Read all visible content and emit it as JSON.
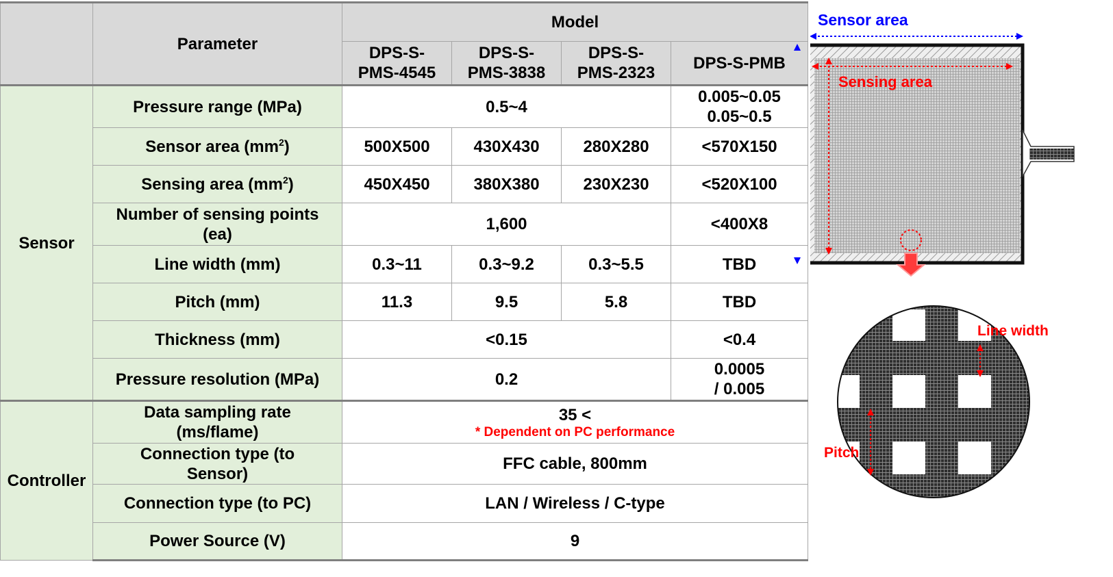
{
  "header": {
    "parameter": "Parameter",
    "model": "Model",
    "models": [
      "DPS-S-PMS-4545",
      "DPS-S-PMS-3838",
      "DPS-S-PMS-2323",
      "DPS-S-PMB"
    ],
    "model_lines": [
      [
        "DPS-S-",
        "PMS-4545"
      ],
      [
        "DPS-S-",
        "PMS-3838"
      ],
      [
        "DPS-S-",
        "PMS-2323"
      ],
      [
        "DPS-S-PMB"
      ]
    ]
  },
  "sensor": {
    "group": "Sensor",
    "pressure_range": {
      "label": "Pressure range (MPa)",
      "pms": "0.5~4",
      "pmb_lines": [
        "0.005~0.05",
        "0.05~0.5"
      ]
    },
    "sensor_area": {
      "label": "Sensor area (mm",
      "sup": "2",
      "label_end": ")",
      "values": [
        "500X500",
        "430X430",
        "280X280",
        "<570X150"
      ]
    },
    "sensing_area": {
      "label": "Sensing area (mm",
      "sup": "2",
      "label_end": ")",
      "values": [
        "450X450",
        "380X380",
        "230X230",
        "<520X100"
      ]
    },
    "sensing_points": {
      "label_lines": [
        "Number of sensing points",
        "(ea)"
      ],
      "pms": "1,600",
      "pmb": "<400X8"
    },
    "line_width": {
      "label": "Line width  (mm)",
      "values": [
        "0.3~11",
        "0.3~9.2",
        "0.3~5.5",
        "TBD"
      ]
    },
    "pitch": {
      "label": "Pitch  (mm)",
      "values": [
        "11.3",
        "9.5",
        "5.8",
        "TBD"
      ]
    },
    "thickness": {
      "label": "Thickness (mm)",
      "pms": "<0.15",
      "pmb": "<0.4"
    },
    "pressure_resolution": {
      "label": "Pressure  resolution  (MPa)",
      "pms": "0.2",
      "pmb_lines": [
        "0.0005",
        "/ 0.005"
      ]
    }
  },
  "controller": {
    "group": "Controller",
    "sampling_rate": {
      "label_lines": [
        "Data sampling rate",
        "(ms/flame)"
      ],
      "value": "35 <",
      "note": "* Dependent on PC performance"
    },
    "connection_sensor": {
      "label_lines": [
        "Connection  type  (to",
        "Sensor)"
      ],
      "value": "FFC cable, 800mm"
    },
    "connection_pc": {
      "label": "Connection type (to PC)",
      "value": "LAN  /  Wireless  /  C-type"
    },
    "power": {
      "label": "Power Source (V)",
      "value": "9"
    }
  },
  "figure": {
    "sensor_area_label": "Sensor area",
    "sensing_area_label": "Sensing area",
    "line_width_label": "Line width",
    "pitch_label": "Pitch",
    "colors": {
      "blue": "#0000ff",
      "red": "#ff0000",
      "arrow": "#ff3b3b",
      "grid": "#3a3a3a"
    }
  }
}
